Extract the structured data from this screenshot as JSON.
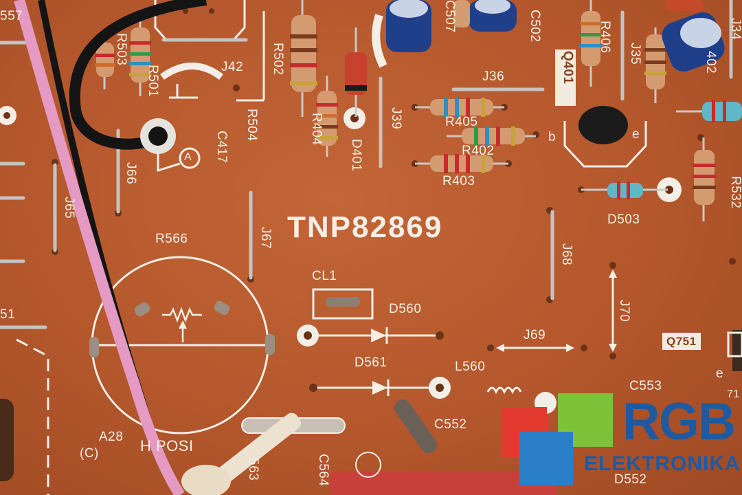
{
  "board": {
    "part_number": "TNP82869",
    "colors": {
      "board": "#b5582d",
      "silkscreen": "#f4efe6",
      "logo_blue": "#1f5aa0",
      "logo_green": "#7ec23a",
      "logo_red": "#e23a2e"
    },
    "labels": {
      "r503": "R503",
      "r501": "R501",
      "j42": "J42",
      "r502": "R502",
      "r504": "R504",
      "c417": "C417",
      "j66": "J66",
      "j65": "J65",
      "r566": "R566",
      "j67": "J67",
      "r404": "R404",
      "d401": "D401",
      "j39": "J39",
      "j36": "J36",
      "r405": "R405",
      "r402": "R402",
      "r403": "R403",
      "c502": "C502",
      "c507": "C507",
      "q401": "Q401",
      "r406": "R406",
      "j35": "J35",
      "j34": "J34",
      "r532": "R532",
      "d503": "D503",
      "j68": "J68",
      "j70": "J70",
      "q751": "Q751",
      "cl1": "CL1",
      "d560": "D560",
      "d561": "D561",
      "j69": "J69",
      "l560": "L560",
      "c553": "C553",
      "c552": "C552",
      "c564": "C564",
      "d552": "D552",
      "a28": "A28",
      "a28_sub": "(C)",
      "h_posi": "H POSI",
      "b_pin": "b",
      "e_pin": "e",
      "e_pin2": "e",
      "n557": "557",
      "n402": "402",
      "n71": "71",
      "n51": "51",
      "n563": "563",
      "marker_a": "A"
    }
  },
  "logo": {
    "title": "RGB",
    "subtitle": "ELEKTRONIKA"
  }
}
